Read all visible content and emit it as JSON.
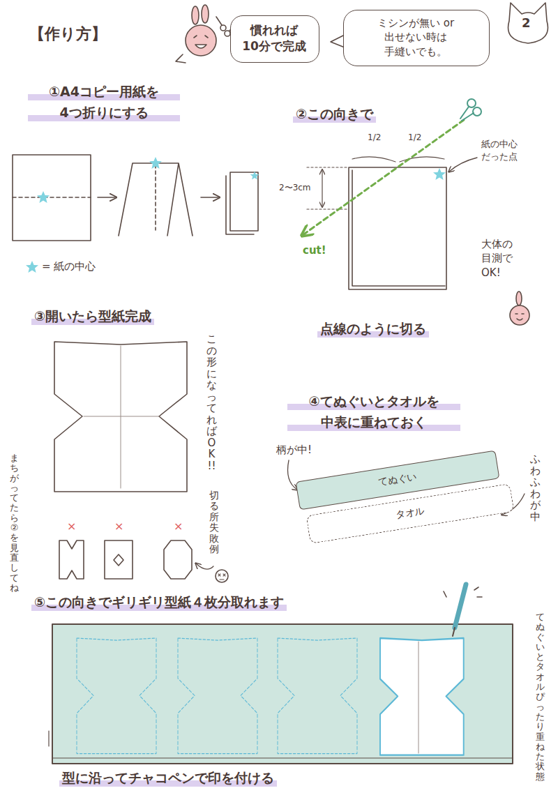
{
  "diagram": {
    "title": "【作り方】",
    "nodes": [
      {
        "text": [
          "慣れれば 10分で完成"
        ]
      },
      {
        "text": [
          "ミシンが無い or 出せない時は 手縫いでも。"
        ]
      },
      {
        "text": [
          "てぬぐい"
        ]
      },
      {
        "text": [
          "タオル"
        ]
      }
    ],
    "labels": [
      "2",
      "①A4コピー用紙を 4つ折りにする",
      "= 紙の中心",
      "②この向きで",
      "1/2",
      "1/2",
      "2〜3cm",
      "紙の中心 だった点",
      "cut!",
      "大体の 目測で OK!",
      "③開いたら型紙完成",
      "点線のように切る",
      "この形に なってれば OK!!",
      "まちがってたら ②を見直してね",
      "切る所失敗例",
      "×",
      "×",
      "×",
      "④てぬぐいとタオルを 中表に重ねておく",
      "柄が中!",
      "ふわふわが中",
      "⑤この向きでギリギリ型紙４枚分取れます",
      "てぬぐいとタオル ぴったり重ねた状態",
      "型に沿ってチャコペンで印を付ける"
    ]
  }
}
